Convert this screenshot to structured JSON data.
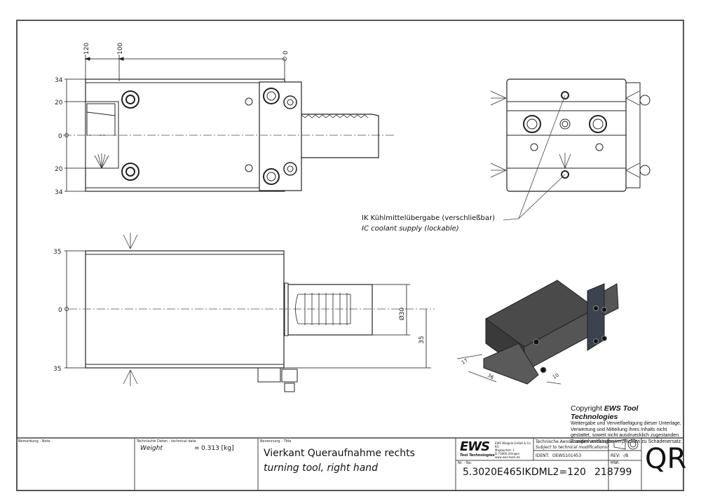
{
  "drawing": {
    "top_view": {
      "dim_x_labels": [
        "120",
        "100",
        "0"
      ],
      "dim_y_labels": [
        "34",
        "20",
        "0",
        "20",
        "34"
      ]
    },
    "side_view": {
      "dim_y_labels": [
        "35",
        "0",
        "35"
      ],
      "diameter_label": "Ø30",
      "height_label": "35"
    },
    "isometric_view": {
      "dim_labels": [
        "17",
        "36",
        "10"
      ]
    },
    "callout": {
      "de": "IK Kühlmittelübergabe (verschließbar)",
      "en": "IC coolant supply (lockable)"
    }
  },
  "copyright": {
    "prefix": "Copyright ",
    "brand": "EWS Tool Technologies",
    "lines": [
      "Weitergabe und Vervielfaeltigung dieser Unterlage,",
      "Verwertung und Mitteilung ihres Inhalts nicht",
      "gestattet, soweit nicht ausdruecklich zugestanden.",
      "Zuwiderhandlungen verpflichten zu Schadenersatz."
    ]
  },
  "title_block": {
    "note_label": "Bemerkung - Note",
    "tech_label": "Technische Daten - technical data",
    "weight_key": "Weight",
    "weight_eq": "=",
    "weight_value": "0.313 [kg]",
    "title_label": "Benennung - Title",
    "title_de": "Vierkant Queraufnahme rechts",
    "title_en": "turning tool, right hand",
    "logo_text": "EWS",
    "logo_sub": "Tool Technologies",
    "company": [
      "EWS Weigele GmbH & Co. KG",
      "Maybachstr. 1",
      "D-73066 Uhingen",
      "www.ews-tools.de"
    ],
    "change_de": "Technische Aenderungen vorbehalten!",
    "change_en": "Subject to technical modifications!",
    "ident_label": "IDENT:",
    "ident_value": "OEWS101453",
    "rev_label": "REV:",
    "rev_value": "-/B",
    "nr_label": "Nr. - No.",
    "nr_value": "5.3020E465IKDML2=120",
    "mnr_label": "MNR:",
    "mnr_value": "218799",
    "code": "QR"
  }
}
